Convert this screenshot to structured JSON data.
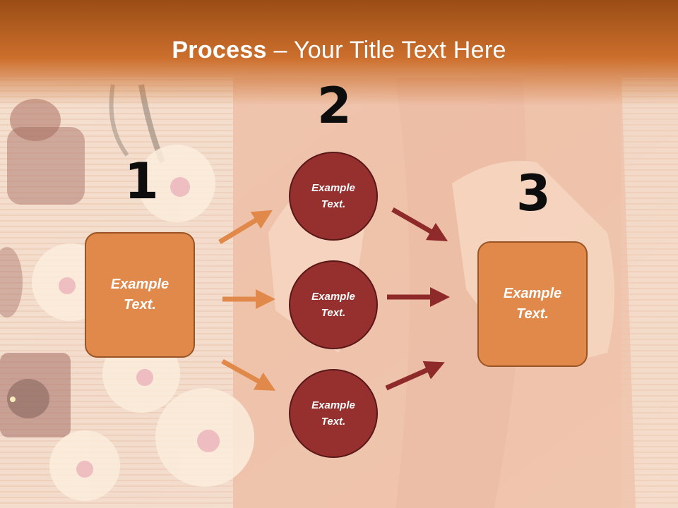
{
  "title": {
    "bold": "Process",
    "rest": " – Your Title Text Here"
  },
  "steps": [
    {
      "number": "1",
      "text_line1": "Example",
      "text_line2": "Text."
    },
    {
      "number": "2",
      "items": [
        {
          "text_line1": "Example",
          "text_line2": "Text."
        },
        {
          "text_line1": "Example",
          "text_line2": "Text."
        },
        {
          "text_line1": "Example",
          "text_line2": "Text."
        }
      ]
    },
    {
      "number": "3",
      "text_line1": "Example",
      "text_line2": "Text."
    }
  ],
  "colors": {
    "header": "#cc6f2d",
    "box_fill": "#e0894a",
    "circle_fill": "#95302f",
    "arrow_left": "#e0894a",
    "arrow_right": "#8f2a2a"
  }
}
